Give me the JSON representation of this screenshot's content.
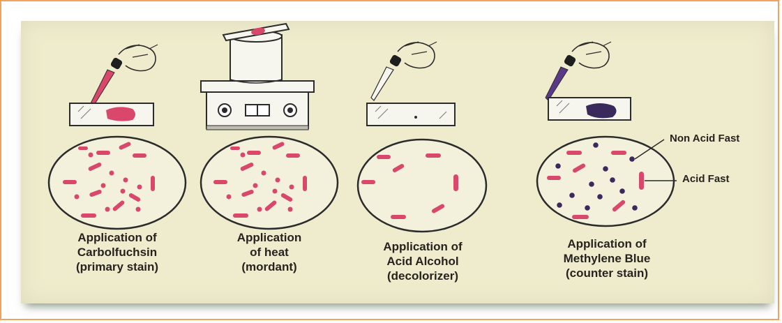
{
  "colors": {
    "frame": "#f2a25a",
    "card": "#efeccd",
    "carbolfuchsin": "#d9486b",
    "methylene_blue": "#3a2a5c"
  },
  "stages": [
    {
      "caption": [
        "Application of",
        "Carbolfuchsin",
        "(primary stain)"
      ],
      "icon": "dropper-icon"
    },
    {
      "caption": [
        "Application",
        "of heat",
        "(mordant)"
      ],
      "icon": "hot-plate-icon"
    },
    {
      "caption": [
        "Application of",
        "Acid Alcohol",
        "(decolorizer)"
      ],
      "icon": "dropper-icon"
    },
    {
      "caption": [
        "Application of",
        "Methylene Blue",
        "(counter stain)"
      ],
      "icon": "dropper-icon"
    }
  ],
  "labels": {
    "non_acid_fast": "Non Acid Fast",
    "acid_fast": "Acid Fast"
  }
}
